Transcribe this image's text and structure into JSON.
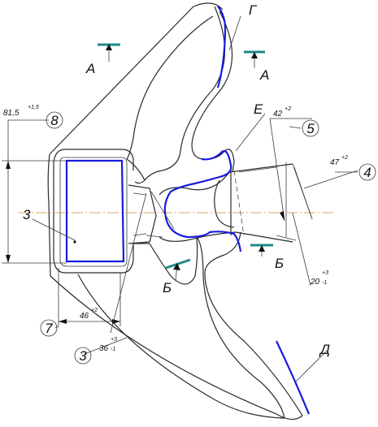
{
  "labels": {
    "section_a_left": "А",
    "section_a_right": "А",
    "section_b_left": "Б",
    "section_b_right": "Б",
    "surface_g": "Г",
    "surface_e": "Е",
    "surface_d": "Д",
    "part_3": "3"
  },
  "balloons": {
    "b8": "8",
    "b5": "5",
    "b4": "4",
    "b7": "7",
    "b3": "3"
  },
  "dimensions": {
    "d815": {
      "base": "81,5",
      "tol": "+1,5"
    },
    "d42": {
      "base": "42",
      "tol": "+2"
    },
    "d47": {
      "base": "47",
      "tol": "+2"
    },
    "d20": {
      "base": "20",
      "tol_up": "+3",
      "tol_low": "-1"
    },
    "d46": {
      "base": "46",
      "tol": "+2"
    },
    "d36": {
      "base": "36",
      "tol_up": "+3",
      "tol_low": "-1"
    }
  }
}
